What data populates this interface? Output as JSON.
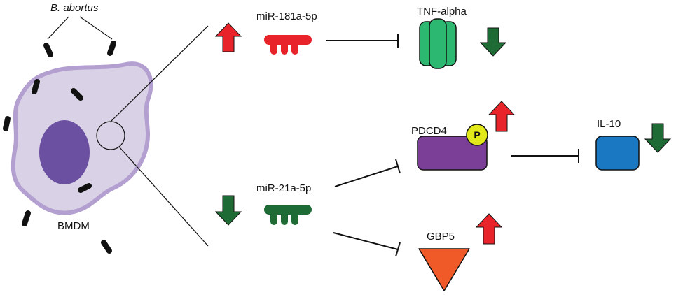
{
  "labels": {
    "bacteria": "B. abortus",
    "cell": "BMDM",
    "mir181": "miR-181a-5p",
    "mir21": "miR-21a-5p",
    "tnf": "TNF-alpha",
    "pdcd4": "PDCD4",
    "phospho": "P",
    "il10": "IL-10",
    "gbp5": "GBP5"
  },
  "colors": {
    "cell_fill": "#d9d2e6",
    "cell_outline": "#b39fd0",
    "nucleus": "#6b4fa0",
    "up_arrow": "#e8242a",
    "down_arrow": "#1e6b35",
    "mir181": "#e8242a",
    "mir21": "#1e6b35",
    "tnf": "#2db872",
    "pdcd4": "#7b3f98",
    "phospho": "#e3e81a",
    "il10": "#1a78c2",
    "gbp5": "#f05a28",
    "inhibition": "#111111"
  },
  "regulation": {
    "mir181": "up",
    "mir21": "down",
    "tnf": "down",
    "pdcd4": "up",
    "il10": "down",
    "gbp5": "up"
  },
  "inhibitions": [
    {
      "from": "miR-181a-5p",
      "to": "TNF-alpha"
    },
    {
      "from": "miR-21a-5p",
      "to": "PDCD4"
    },
    {
      "from": "miR-21a-5p",
      "to": "GBP5"
    },
    {
      "from": "PDCD4",
      "to": "IL-10"
    }
  ]
}
